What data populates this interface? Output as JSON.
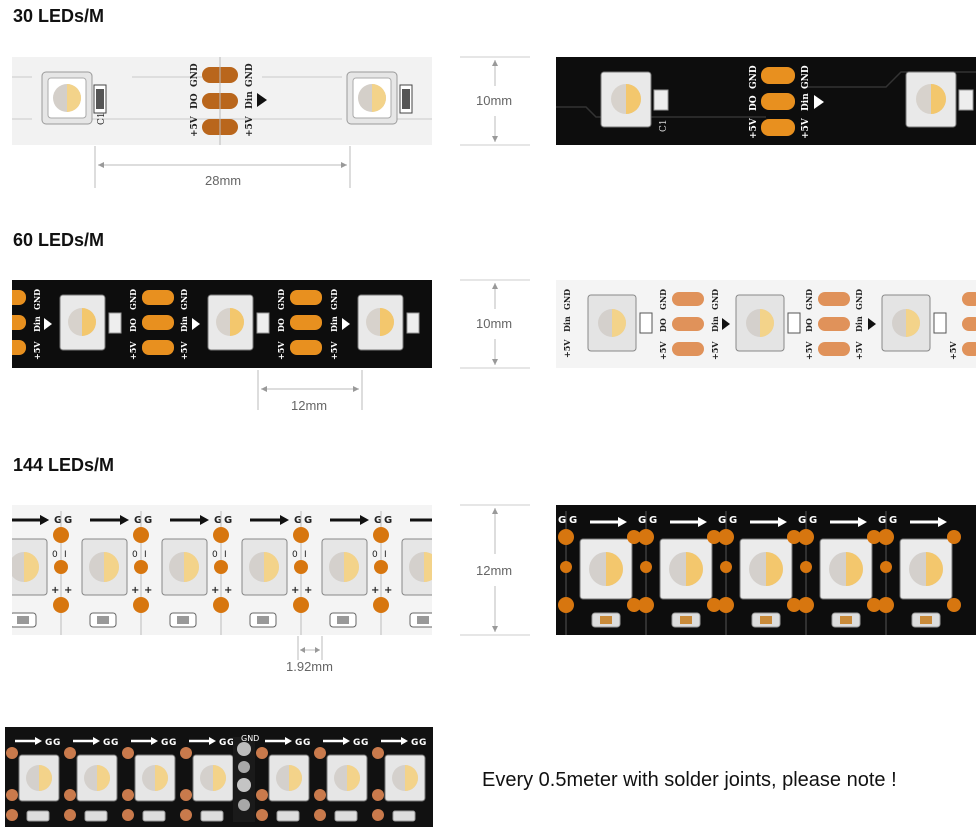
{
  "sections": {
    "s30": {
      "title": "30 LEDs/M",
      "width_label": "10mm",
      "pitch_label": "28mm"
    },
    "s60": {
      "title": "60 LEDs/M",
      "width_label": "10mm",
      "pitch_label": "12mm"
    },
    "s144": {
      "title": "144 LEDs/M",
      "width_label": "12mm",
      "pitch_label": "1.92mm"
    }
  },
  "pads": {
    "gnd": "GND",
    "din": "Din",
    "do": "DO",
    "v5": "+5V",
    "cap": "C1",
    "g": "G",
    "o": "0",
    "i": "I",
    "plus": "+"
  },
  "note": "Every 0.5meter with solder joints, please note !",
  "colors": {
    "pad": "#d7760f",
    "pad_light": "#e0925a",
    "pcb_black": "#111111",
    "pcb_white": "#f2f2f2",
    "led_warm": "#f3d38a"
  }
}
